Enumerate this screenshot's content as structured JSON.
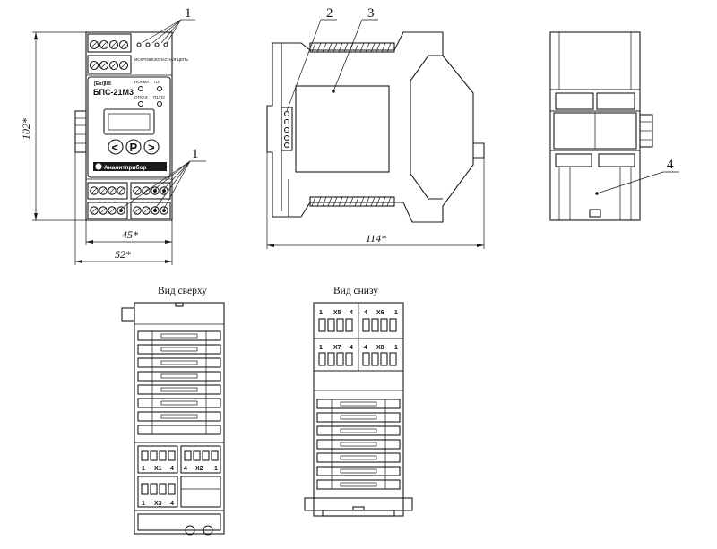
{
  "front_view": {
    "brand_top": "[Exi]IIB",
    "model": "БПС-21М3",
    "circuit_label": "ИСКРОБЕЗОПАСНАЯ ЦЕПЬ",
    "led_labels": [
      "НОРМА",
      "П2",
      "ОТКАЗ",
      "П1/П2"
    ],
    "buttons": [
      "<",
      "P",
      ">"
    ],
    "manufacturer": "Аналитприбор",
    "height_dim": "102*",
    "inner_width_dim": "45*",
    "outer_width_dim": "52*"
  },
  "side_view": {
    "length_dim": "114*"
  },
  "callouts": [
    "1",
    "1",
    "2",
    "3",
    "4"
  ],
  "top_view": {
    "title": "Вид сверху",
    "connectors": [
      {
        "name": "X1",
        "pin_first": "1",
        "pin_last": "4"
      },
      {
        "name": "X2",
        "pin_first": "4",
        "pin_last": "1"
      },
      {
        "name": "X3",
        "pin_first": "1",
        "pin_last": "4"
      }
    ]
  },
  "bottom_view": {
    "title": "Вид снизу",
    "connectors": [
      {
        "name": "X5",
        "pin_first": "1",
        "pin_last": "4"
      },
      {
        "name": "X6",
        "pin_first": "4",
        "pin_last": "1"
      },
      {
        "name": "X7",
        "pin_first": "1",
        "pin_last": "4"
      },
      {
        "name": "X8",
        "pin_first": "4",
        "pin_last": "1"
      }
    ]
  }
}
